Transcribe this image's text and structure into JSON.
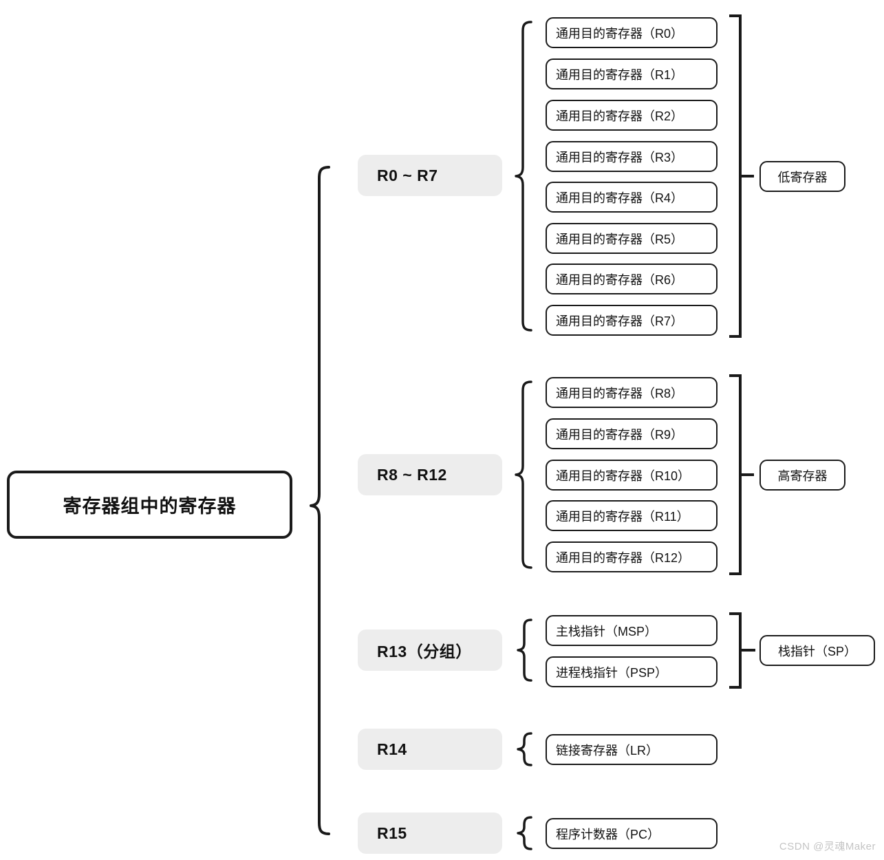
{
  "diagram": {
    "title": "寄存器组中的寄存器",
    "root": {
      "label": "寄存器组中的寄存器"
    },
    "groups": [
      {
        "id": "r0-r7",
        "label": "R0 ~ R7",
        "side_label": "低寄存器",
        "leaves": [
          "通用目的寄存器（R0）",
          "通用目的寄存器（R1）",
          "通用目的寄存器（R2）",
          "通用目的寄存器（R3）",
          "通用目的寄存器（R4）",
          "通用目的寄存器（R5）",
          "通用目的寄存器（R6）",
          "通用目的寄存器（R7）"
        ]
      },
      {
        "id": "r8-r12",
        "label": "R8 ~ R12",
        "side_label": "高寄存器",
        "leaves": [
          "通用目的寄存器（R8）",
          "通用目的寄存器（R9）",
          "通用目的寄存器（R10）",
          "通用目的寄存器（R11）",
          "通用目的寄存器（R12）"
        ]
      },
      {
        "id": "r13",
        "label": "R13（分组）",
        "side_label": "栈指针（SP）",
        "leaves": [
          "主栈指针（MSP）",
          "进程栈指针（PSP）"
        ]
      },
      {
        "id": "r14",
        "label": "R14",
        "side_label": "",
        "leaves": [
          "链接寄存器（LR）"
        ]
      },
      {
        "id": "r15",
        "label": "R15",
        "side_label": "",
        "leaves": [
          "程序计数器（PC）"
        ]
      }
    ]
  },
  "watermark": {
    "text": "CSDN @灵魂Maker"
  },
  "colors": {
    "stroke": "#1a1a1a",
    "group_fill": "#ededed",
    "node_fill": "#ffffff",
    "text": "#111111",
    "watermark": "#c4c4c4"
  }
}
